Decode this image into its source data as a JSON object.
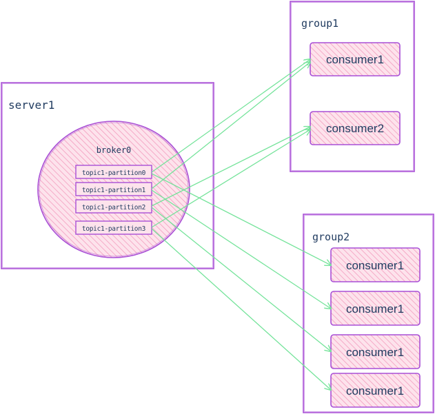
{
  "server": {
    "label": "server1"
  },
  "broker": {
    "label": "broker0"
  },
  "partitions": [
    {
      "label": "topic1-partition0"
    },
    {
      "label": "topic1-partition1"
    },
    {
      "label": "topic1-partition2"
    },
    {
      "label": "topic1-partition3"
    }
  ],
  "groups": [
    {
      "label": "group1",
      "consumers": [
        {
          "label": "consumer1"
        },
        {
          "label": "consumer2"
        }
      ]
    },
    {
      "label": "group2",
      "consumers": [
        {
          "label": "consumer1"
        },
        {
          "label": "consumer1"
        },
        {
          "label": "consumer1"
        },
        {
          "label": "consumer1"
        }
      ]
    }
  ],
  "colors": {
    "frame": "#a84fd6",
    "fill": "#f6b3c9",
    "arrow": "#74e39a",
    "text": "#1f3a5f"
  }
}
